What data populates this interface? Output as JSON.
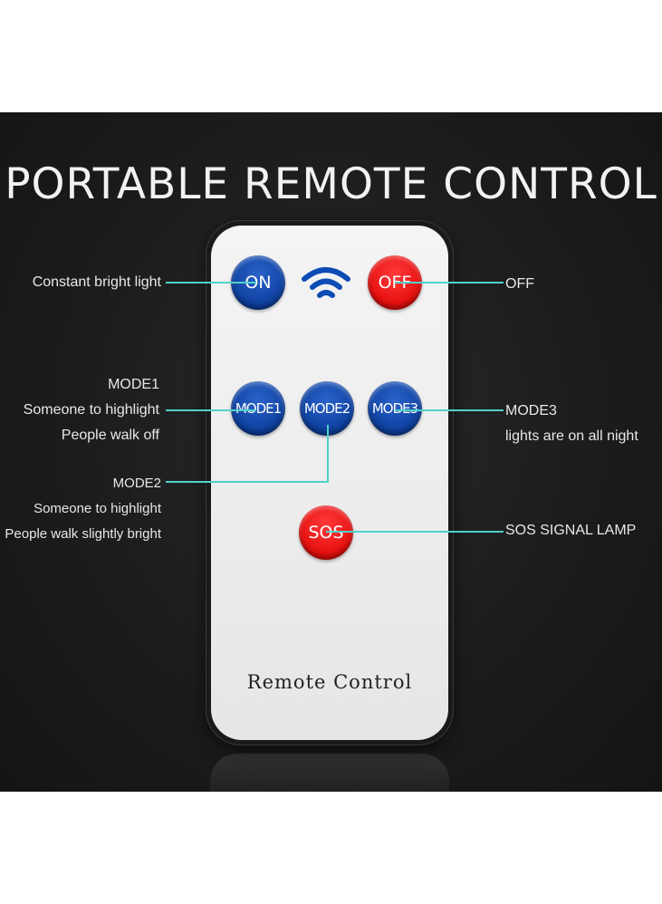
{
  "headline": "PORTABLE REMOTE CONTROL",
  "remote": {
    "buttons": {
      "on": "ON",
      "off": "OFF",
      "mode1": "MODE1",
      "mode2": "MODE2",
      "mode3": "MODE3",
      "sos": "SOS"
    },
    "signal_icon": "wifi-signal-icon",
    "brand_label": "Remote Control"
  },
  "callouts": {
    "on": "Constant bright light",
    "off": "OFF",
    "mode1": {
      "title": "MODE1",
      "line1": "Someone to highlight",
      "line2": "People walk off"
    },
    "mode2": {
      "title": "MODE2",
      "line1": "Someone to highlight",
      "line2": "People walk slightly bright"
    },
    "mode3": {
      "title": "MODE3",
      "line1": "lights are on all night"
    },
    "sos": "SOS SIGNAL LAMP"
  },
  "colors": {
    "background": "#1c1c1c",
    "button_blue": "#0d3f9e",
    "button_red": "#e50d0d",
    "callout_line": "#4fd2c8"
  }
}
